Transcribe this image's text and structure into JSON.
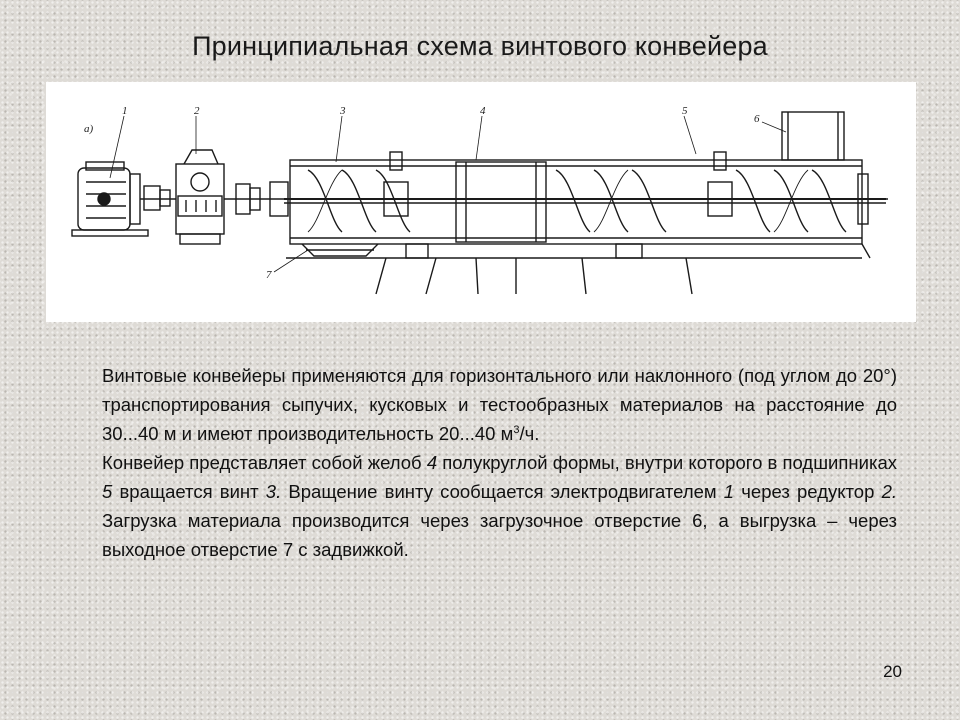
{
  "slide": {
    "title": "Принципиальная схема винтового конвейера",
    "page_number": "20",
    "figure": {
      "subfigure_label": "а)",
      "callouts": [
        "1",
        "2",
        "3",
        "4",
        "5",
        "6",
        "7"
      ]
    },
    "paragraph1": {
      "text_before_sup": "Винтовые конвейеры применяются для горизонтального или наклонного (под углом до 20°) транспортирования сыпучих, кусковых и тестообразных материалов на расстояние до 30...40 м и имеют производительность 20...40 м",
      "sup": "3",
      "text_after_sup": "/ч."
    },
    "paragraph2": {
      "seg1": "Конвейер  представляет собой желоб ",
      "n4": "4",
      "seg2": " полукруглой формы, внутри которого в подшипниках ",
      "n5": "5",
      "seg3": " вращается винт ",
      "n3": "3.",
      "seg4": " Вращение винту сообщается электродвигателем ",
      "n1": "1",
      "seg5": " через редуктор ",
      "n2": "2.",
      "seg6": " Загрузка материала производится через загрузочное отверстие 6, а выгрузка – через выходное отверстие 7 с задвижкой."
    }
  }
}
